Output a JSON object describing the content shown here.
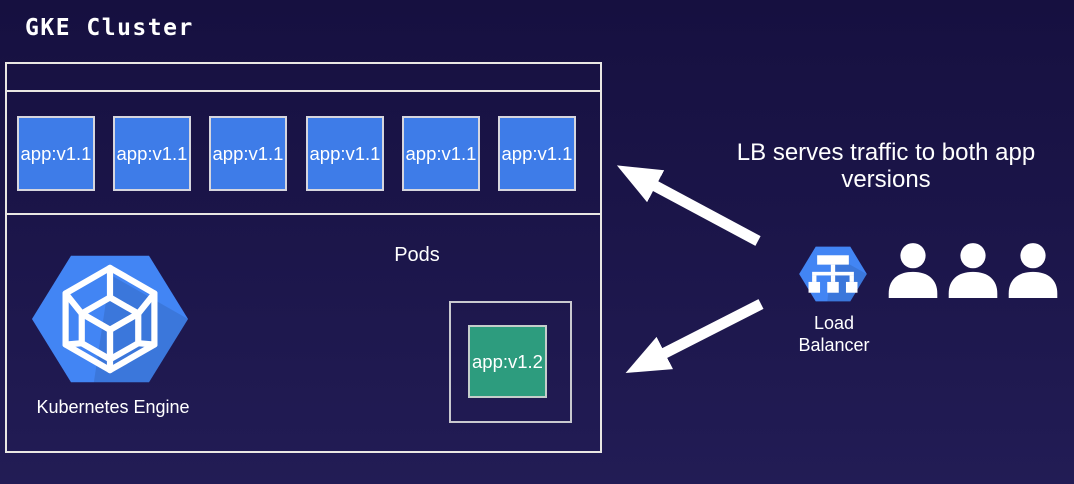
{
  "title": "GKE Cluster",
  "colors": {
    "background_top": "#161040",
    "background_bottom": "#221C55",
    "pod_blue": "#3E7CE8",
    "canary_green": "#2D9C7E",
    "hexagon_blue": "#4285F4",
    "hexagon_shadow": "#2F6CD4",
    "box_border": "#E9E7E3",
    "text": "#FFFFFF"
  },
  "cluster": {
    "pods": [
      "app:v1.1",
      "app:v1.1",
      "app:v1.1",
      "app:v1.1",
      "app:v1.1",
      "app:v1.1"
    ],
    "pods_label": "Pods",
    "engine_label": "Kubernetes Engine",
    "canary_pod": "app:v1.2"
  },
  "annotation": {
    "lines": [
      "LB serves traffic to both app",
      "versions"
    ]
  },
  "load_balancer": {
    "label_lines": [
      "Load",
      "Balancer"
    ]
  },
  "users": {
    "count": 3
  },
  "icons": {
    "kubernetes_engine": "gke-hexagon-cube-icon",
    "load_balancer": "load-balancer-hexagon-icon",
    "user": "user-silhouette-icon",
    "arrows": "white-arrow"
  }
}
